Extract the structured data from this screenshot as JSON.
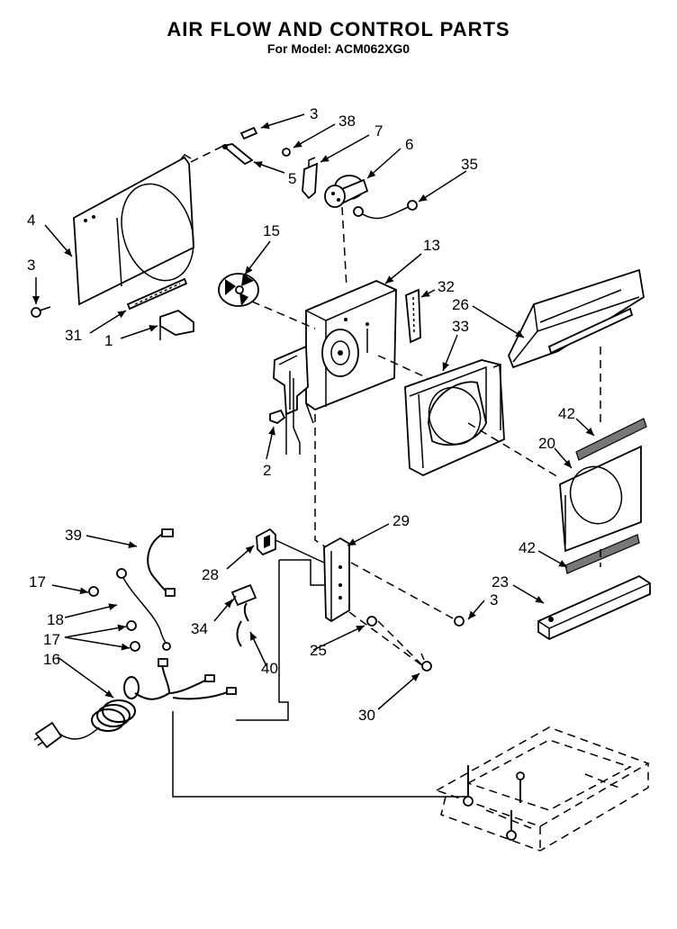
{
  "title": "AIR FLOW AND CONTROL PARTS",
  "subtitle": "For Model: ACM062XG0",
  "callouts": {
    "c1": "1",
    "c2": "2",
    "c3a": "3",
    "c3b": "3",
    "c3c": "3",
    "c4": "4",
    "c5": "5",
    "c6": "6",
    "c7": "7",
    "c13": "13",
    "c15": "15",
    "c16": "16",
    "c17a": "17",
    "c17b": "17",
    "c18": "18",
    "c20": "20",
    "c23": "23",
    "c25": "25",
    "c26": "26",
    "c28": "28",
    "c29": "29",
    "c30": "30",
    "c31": "31",
    "c32": "32",
    "c33": "33",
    "c34": "34",
    "c35": "35",
    "c38": "38",
    "c39": "39",
    "c40": "40",
    "c42a": "42",
    "c42b": "42"
  }
}
